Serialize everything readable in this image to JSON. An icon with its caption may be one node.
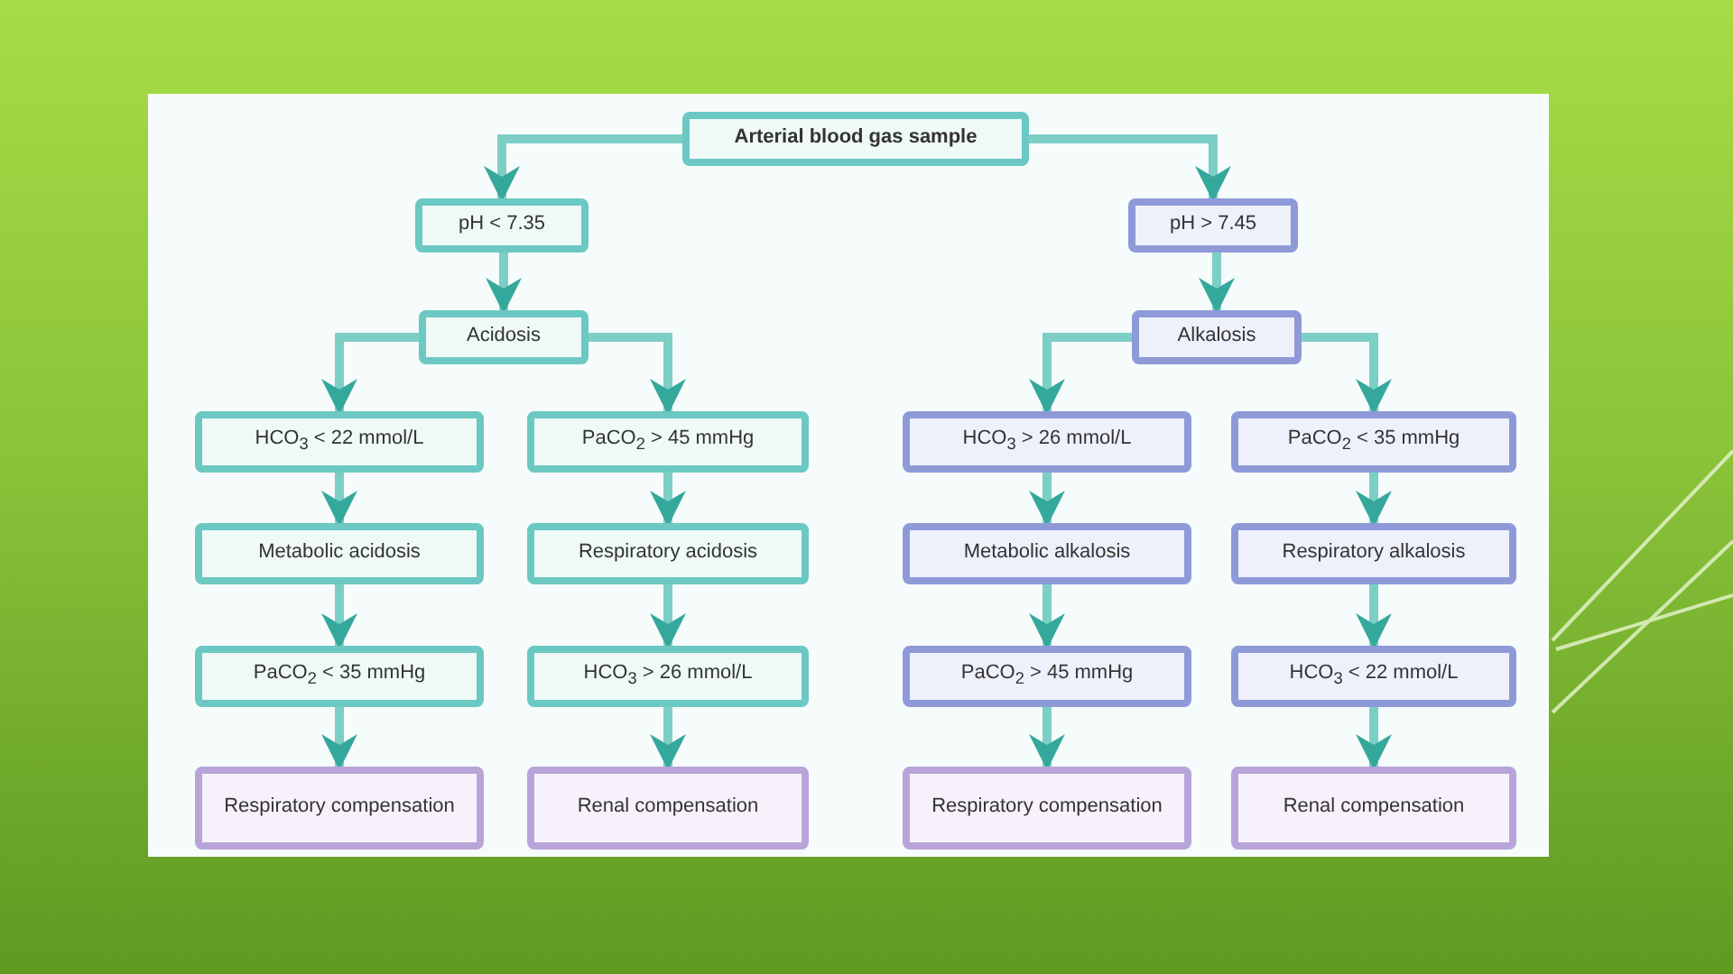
{
  "diagram": {
    "nodes": [
      {
        "text": [
          "Arterial blood gas sample"
        ]
      },
      {
        "text": [
          "pH < 7.35"
        ]
      },
      {
        "text": [
          "pH > 7.45"
        ]
      },
      {
        "text": [
          "Acidosis"
        ]
      },
      {
        "text": [
          "Alkalosis"
        ]
      },
      {
        "text": [
          "HCO$_{3}$ < 22 mmol/L"
        ]
      },
      {
        "text": [
          "PaCO$_{2}$ > 45 mmHg"
        ]
      },
      {
        "text": [
          "HCO$_{3}$ > 26 mmol/L"
        ]
      },
      {
        "text": [
          "PaCO$_{2}$ < 35 mmHg"
        ]
      },
      {
        "text": [
          "Metabolic acidosis"
        ]
      },
      {
        "text": [
          "Respiratory acidosis"
        ]
      },
      {
        "text": [
          "Metabolic alkalosis"
        ]
      },
      {
        "text": [
          "Respiratory alkalosis"
        ]
      },
      {
        "text": [
          "PaCO$_{2}$ < 35 mmHg"
        ]
      },
      {
        "text": [
          "HCO$_{3}$ > 26 mmol/L"
        ]
      },
      {
        "text": [
          "PaCO$_{2}$ > 45 mmHg"
        ]
      },
      {
        "text": [
          "HCO$_{3}$ < 22 mmol/L"
        ]
      },
      {
        "text": [
          "Respiratory compensation"
        ]
      },
      {
        "text": [
          "Renal compensation"
        ]
      },
      {
        "text": [
          "Respiratory compensation"
        ]
      },
      {
        "text": [
          "Renal compensation"
        ]
      }
    ],
    "edges": [
      {
        "from": 0,
        "to": 1,
        "arrow": "to"
      },
      {
        "from": 0,
        "to": 2,
        "arrow": "to"
      },
      {
        "from": 1,
        "to": 3,
        "arrow": "to"
      },
      {
        "from": 2,
        "to": 4,
        "arrow": "to"
      },
      {
        "from": 3,
        "to": 5,
        "arrow": "to"
      },
      {
        "from": 3,
        "to": 6,
        "arrow": "to"
      },
      {
        "from": 4,
        "to": 7,
        "arrow": "to"
      },
      {
        "from": 4,
        "to": 8,
        "arrow": "to"
      },
      {
        "from": 5,
        "to": 9,
        "arrow": "to"
      },
      {
        "from": 6,
        "to": 10,
        "arrow": "to"
      },
      {
        "from": 7,
        "to": 11,
        "arrow": "to"
      },
      {
        "from": 8,
        "to": 12,
        "arrow": "to"
      },
      {
        "from": 9,
        "to": 13,
        "arrow": "to"
      },
      {
        "from": 10,
        "to": 14,
        "arrow": "to"
      },
      {
        "from": 11,
        "to": 15,
        "arrow": "to"
      },
      {
        "from": 12,
        "to": 16,
        "arrow": "to"
      },
      {
        "from": 13,
        "to": 17,
        "arrow": "to"
      },
      {
        "from": 14,
        "to": 18,
        "arrow": "to"
      },
      {
        "from": 15,
        "to": 19,
        "arrow": "to"
      },
      {
        "from": 16,
        "to": 20,
        "arrow": "to"
      }
    ]
  }
}
